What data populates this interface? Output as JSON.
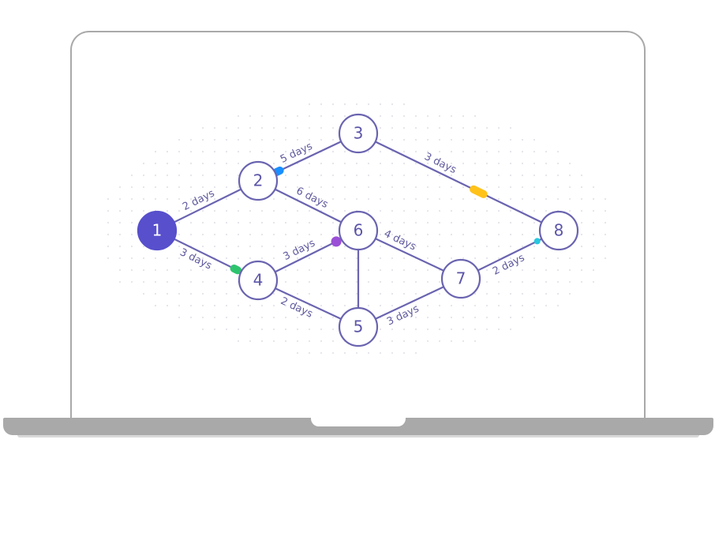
{
  "diagram": {
    "colors": {
      "edge": "#6a64b0",
      "node_stroke": "#6a64b0",
      "node_fill": "#ffffff",
      "start_node_fill": "#574fcc",
      "dot_grid": "#e3e3ea",
      "device_frame": "#a9a9a9"
    },
    "nodes": [
      {
        "id": "1",
        "label": "1",
        "start": true
      },
      {
        "id": "2",
        "label": "2"
      },
      {
        "id": "3",
        "label": "3"
      },
      {
        "id": "4",
        "label": "4"
      },
      {
        "id": "5",
        "label": "5"
      },
      {
        "id": "6",
        "label": "6"
      },
      {
        "id": "7",
        "label": "7"
      },
      {
        "id": "8",
        "label": "8"
      }
    ],
    "edges": [
      {
        "from": "1",
        "to": "2",
        "label": "2 days"
      },
      {
        "from": "1",
        "to": "4",
        "label": "3 days",
        "marker_color": "#2ec46e"
      },
      {
        "from": "2",
        "to": "3",
        "label": "5 days",
        "marker_color": "#1a8fff"
      },
      {
        "from": "2",
        "to": "6",
        "label": "6 days"
      },
      {
        "from": "3",
        "to": "8",
        "label": "3 days",
        "marker_color": "#ffc21a"
      },
      {
        "from": "4",
        "to": "6",
        "label": "3 days",
        "marker_color": "#9a4fd6"
      },
      {
        "from": "4",
        "to": "5",
        "label": "2 days"
      },
      {
        "from": "6",
        "to": "5",
        "label": ""
      },
      {
        "from": "6",
        "to": "7",
        "label": "4 days"
      },
      {
        "from": "5",
        "to": "7",
        "label": "3 days"
      },
      {
        "from": "7",
        "to": "8",
        "label": "2 days",
        "marker_color": "#27c7e0"
      }
    ]
  }
}
